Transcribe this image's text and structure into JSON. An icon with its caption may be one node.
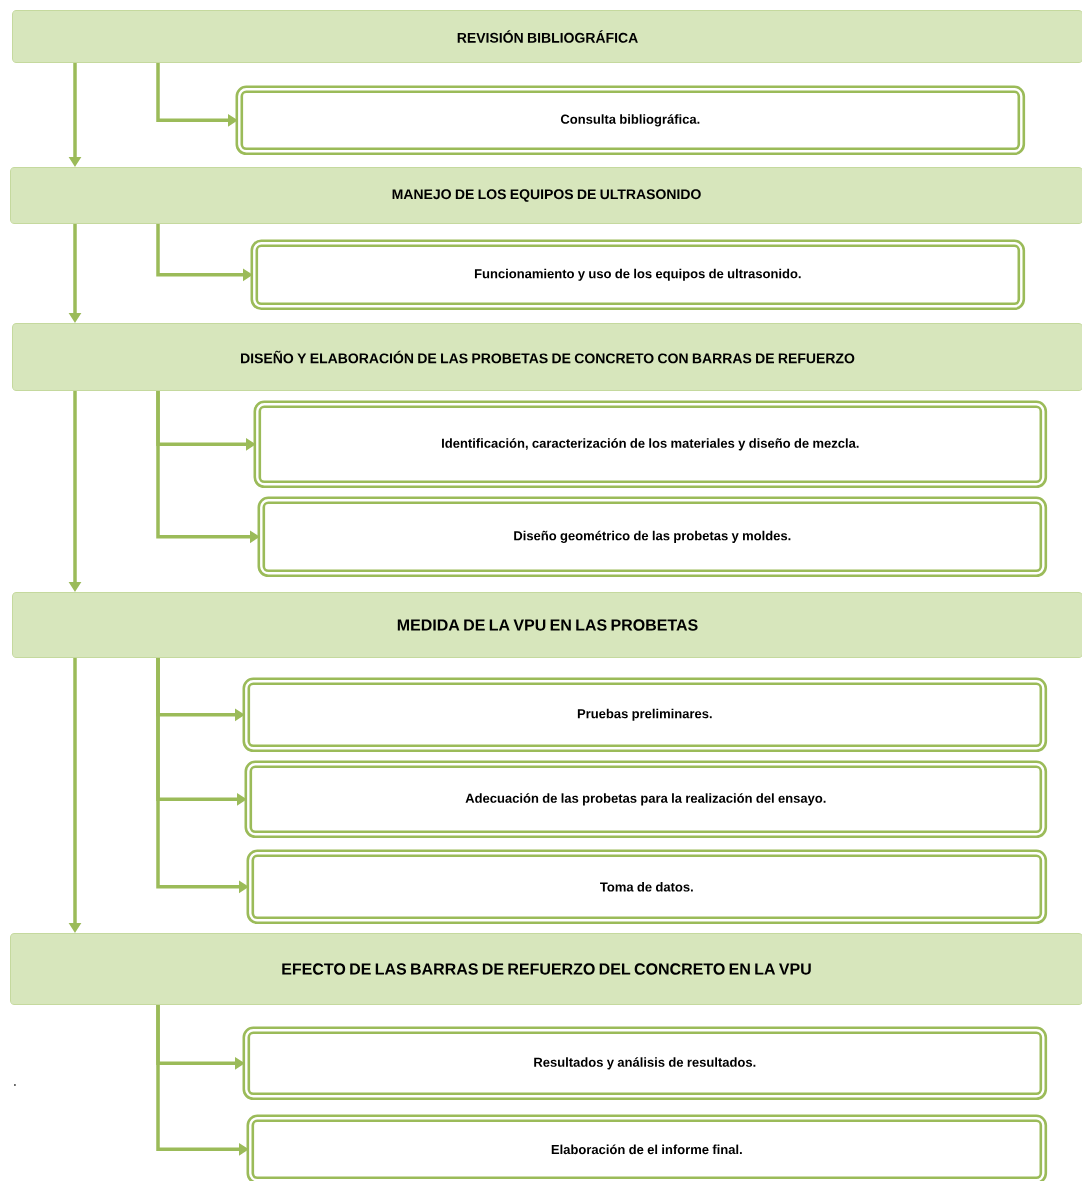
{
  "diagram": {
    "nodes": [
      {
        "text": [
          "REVISIÓN BIBLIOGRÁFICA"
        ]
      },
      {
        "text": [
          "Consulta bibliográfica."
        ]
      },
      {
        "text": [
          "MANEJO DE LOS EQUIPOS DE ULTRASONIDO"
        ]
      },
      {
        "text": [
          "Funcionamiento y uso de los equipos de ultrasonido."
        ]
      },
      {
        "text": [
          "DISEÑO Y ELABORACIÓN DE LAS PROBETAS DE CONCRETO CON BARRAS DE REFUERZO"
        ]
      },
      {
        "text": [
          "Identificación, caracterización de los materiales y diseño de mezcla."
        ]
      },
      {
        "text": [
          "Diseño geométrico de las probetas y moldes."
        ]
      },
      {
        "text": [
          "MEDIDA DE LA VPU EN LAS PROBETAS"
        ]
      },
      {
        "text": [
          "Pruebas preliminares."
        ]
      },
      {
        "text": [
          "Adecuación de las probetas para la realización del ensayo."
        ]
      },
      {
        "text": [
          "Toma de datos."
        ]
      },
      {
        "text": [
          "EFECTO DE LAS BARRAS DE REFUERZO DEL CONCRETO EN  LA VPU"
        ]
      },
      {
        "text": [
          "Resultados y análisis de resultados."
        ]
      },
      {
        "text": [
          "Elaboración de el informe final."
        ]
      }
    ],
    "edges": [
      {
        "from": 0,
        "to": 2,
        "arrow": "to"
      },
      {
        "from": 2,
        "to": 4,
        "arrow": "to"
      },
      {
        "from": 4,
        "to": 7,
        "arrow": "to"
      },
      {
        "from": 7,
        "to": 11,
        "arrow": "to"
      },
      {
        "from": 0,
        "to": 1,
        "arrow": "to"
      },
      {
        "from": 2,
        "to": 3,
        "arrow": "to"
      },
      {
        "from": 4,
        "to": 5,
        "arrow": "to"
      },
      {
        "from": 4,
        "to": 6,
        "arrow": "to"
      },
      {
        "from": 7,
        "to": 8,
        "arrow": "to"
      },
      {
        "from": 7,
        "to": 9,
        "arrow": "to"
      },
      {
        "from": 7,
        "to": 10,
        "arrow": "to"
      },
      {
        "from": 11,
        "to": 12,
        "arrow": "to"
      },
      {
        "from": 11,
        "to": 13,
        "arrow": "to"
      }
    ],
    "labels": [
      "."
    ]
  }
}
